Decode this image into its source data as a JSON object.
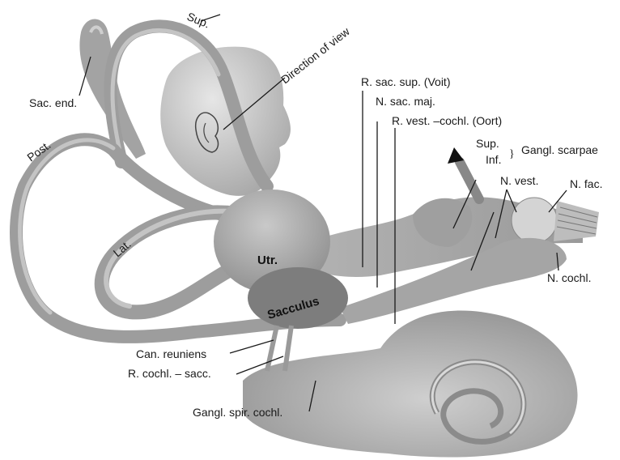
{
  "labels": {
    "sup_canal": "Sup.",
    "direction_of_view": "Direction of view",
    "sac_end": "Sac. end.",
    "post": "Post.",
    "lat": "Lat.",
    "utr": "Utr.",
    "sacculus": "Sacculus",
    "r_sac_sup": "R. sac. sup. (Voit)",
    "n_sac_maj": "N. sac. maj.",
    "r_vest_cochl": "R. vest. –cochl. (Oort)",
    "sup_branch": "Sup.",
    "inf_branch": "Inf.",
    "gangl_scarpae": "Gangl. scarpae",
    "n_vest": "N. vest.",
    "n_fac": "N. fac.",
    "n_cochl": "N. cochl.",
    "can_reuniens": "Can. reuniens",
    "r_cochl_sacc": "R. cochl. – sacc.",
    "gangl_spir_cochl": "Gangl. spir. cochl."
  },
  "icons": [
    "head-profile-icon",
    "ear-icon",
    "arrow-up-icon"
  ]
}
